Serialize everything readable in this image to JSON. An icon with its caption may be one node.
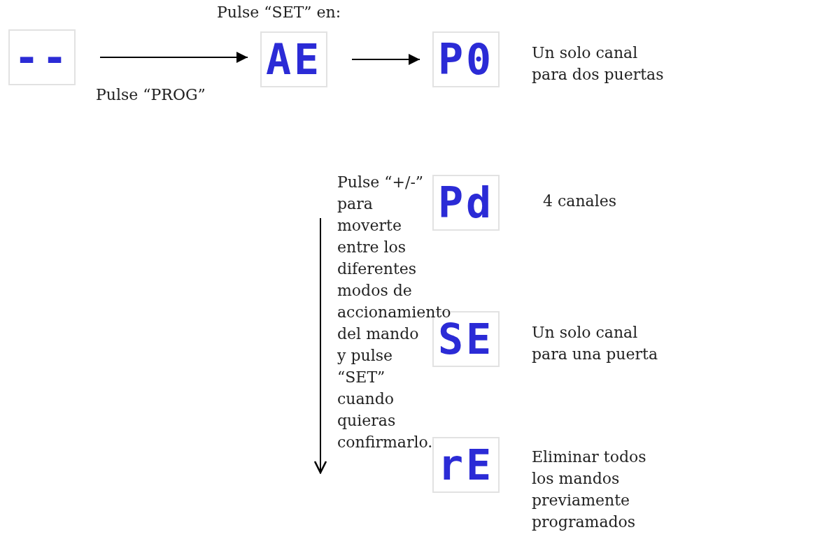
{
  "diagram": {
    "nodes": [
      {
        "text": [
          "--"
        ]
      },
      {
        "text": [
          "AE"
        ],
        "beside": [
          "Pulse “SET” en:"
        ]
      },
      {
        "text": [
          "P0"
        ],
        "beside": [
          "Un solo canal para dos puertas"
        ]
      },
      {
        "text": [
          "Pd"
        ],
        "beside": [
          "4 canales"
        ]
      },
      {
        "text": [
          "SE"
        ],
        "beside": [
          "Un solo canal para una puerta"
        ]
      },
      {
        "text": [
          "rE"
        ],
        "beside": [
          "Eliminar todos los mandos previamente programados"
        ]
      }
    ],
    "edges": [
      {
        "from": 0,
        "to": 1,
        "arrow": "to",
        "label": "Pulse “PROG”"
      },
      {
        "from": 1,
        "to": 2,
        "arrow": "to"
      }
    ],
    "labels": [
      "Pulse “+/-” para moverte entre los diferentes modos de accionamiento del mando y pulse “SET” cuando quieras confirmarlo."
    ]
  }
}
